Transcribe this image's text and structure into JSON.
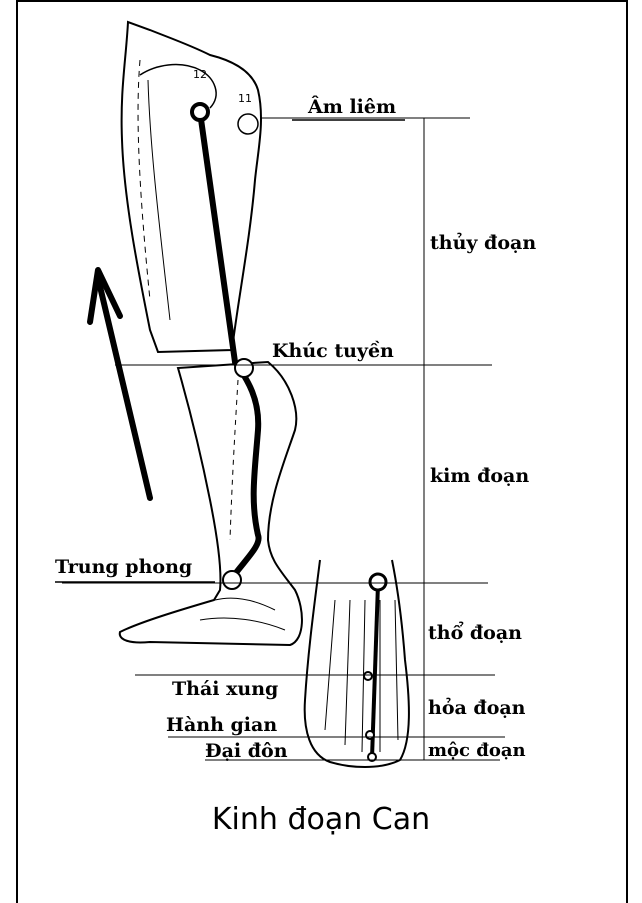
{
  "labels": {
    "am_liem": "Âm liêm",
    "thuy_doan": "thủy đoạn",
    "khuc_tuyen": "Khúc tuyền",
    "kim_doan": "kim đoạn",
    "trung_phong": "Trung phong",
    "tho_doan": "thổ đoạn",
    "thai_xung": "Thái xung",
    "hoa_doan": "hỏa đoạn",
    "hanh_gian": "Hành gian",
    "moc_doan": "mộc đoạn",
    "dai_don": "Đại đôn"
  },
  "point_numbers": {
    "p12": "12",
    "p11": "11"
  },
  "title": "Kinh đoạn Can"
}
